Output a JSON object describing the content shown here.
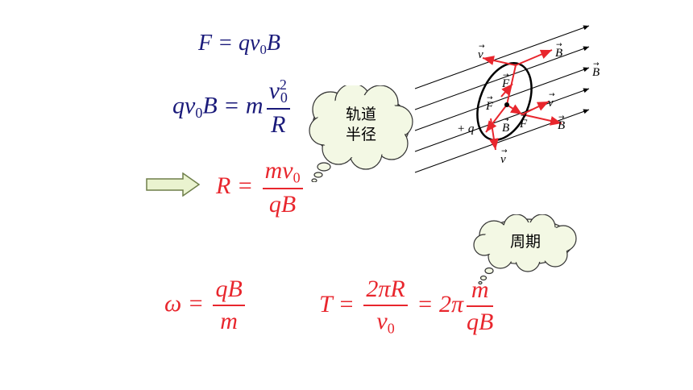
{
  "eq1": {
    "lhs": "F",
    "rhs": "qv",
    "sub": "0",
    "B": "B"
  },
  "eq2": {
    "lhs": "qv",
    "sub": "0",
    "B": "B",
    "m": "m",
    "num": "v",
    "num_sub": "0",
    "num_sup": "2",
    "den": "R"
  },
  "eq3": {
    "lhs": "R",
    "num": "mv",
    "num_sub": "0",
    "den": "qB"
  },
  "eq4": {
    "lhs": "ω",
    "num": "qB",
    "den": "m"
  },
  "eq5": {
    "lhs": "T",
    "num1": "2πR",
    "den1": "v",
    "den1_sub": "0",
    "mid": "2π",
    "num2": "m",
    "den2": "qB"
  },
  "cloud_radius": {
    "line1": "轨道",
    "line2": "半径"
  },
  "cloud_period": {
    "text": "周期"
  },
  "diagram": {
    "label_B": "B",
    "label_v": "v",
    "label_F": "F",
    "label_q": "+ q",
    "arrow": "→",
    "colors": {
      "field": "#000000",
      "vectors": "#e8262d",
      "orbit": "#000000"
    }
  }
}
